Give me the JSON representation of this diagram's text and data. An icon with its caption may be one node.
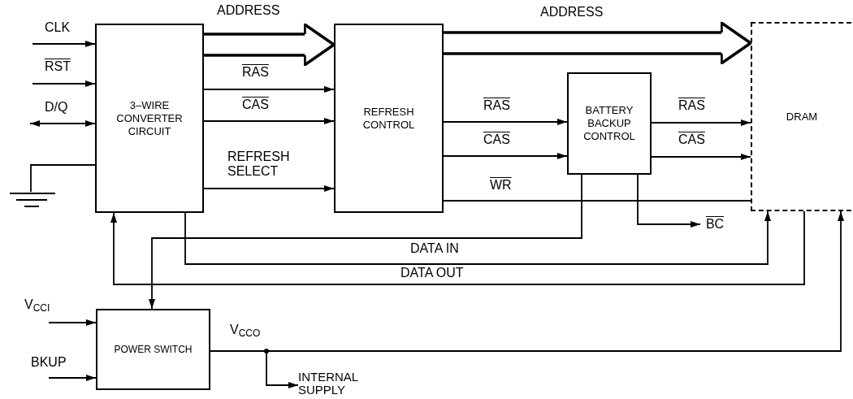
{
  "diagram": {
    "nodes": [
      {
        "text": [
          "3–WIRE CONVERTER CIRCUIT"
        ]
      },
      {
        "text": [
          "REFRESH CONTROL"
        ]
      },
      {
        "text": [
          "BATTERY BACKUP CONTROL"
        ]
      },
      {
        "text": [
          "DRAM"
        ]
      },
      {
        "text": [
          "POWER SWITCH"
        ]
      },
      {
        "text": [
          "INTERNAL SUPPLY"
        ]
      },
      {
        "text": [
          "BC"
        ]
      },
      {
        "text": [],
        "shape": "ground"
      }
    ],
    "edges": [
      {
        "from": null,
        "to": 0,
        "arrow": "to",
        "label": "CLK"
      },
      {
        "from": null,
        "to": 0,
        "arrow": "to",
        "label": "RST"
      },
      {
        "from": null,
        "to": 0,
        "arrow": "both",
        "label": "D/Q"
      },
      {
        "from": 0,
        "to": 7,
        "arrow": "none"
      },
      {
        "from": 0,
        "to": 1,
        "arrow": "to",
        "label": "ADDRESS",
        "style": "thick"
      },
      {
        "from": 0,
        "to": 1,
        "arrow": "to",
        "label": "RAS"
      },
      {
        "from": 0,
        "to": 1,
        "arrow": "to",
        "label": "CAS"
      },
      {
        "from": 0,
        "to": 1,
        "arrow": "to",
        "label": "REFRESH SELECT"
      },
      {
        "from": 1,
        "to": 3,
        "arrow": "to",
        "label": "ADDRESS",
        "style": "thick"
      },
      {
        "from": 1,
        "to": 2,
        "arrow": "to",
        "label": "RAS"
      },
      {
        "from": 1,
        "to": 2,
        "arrow": "to",
        "label": "CAS"
      },
      {
        "from": 2,
        "to": 3,
        "arrow": "to",
        "label": "RAS"
      },
      {
        "from": 2,
        "to": 3,
        "arrow": "to",
        "label": "CAS"
      },
      {
        "from": 1,
        "to": 3,
        "arrow": "none",
        "label": "WR"
      },
      {
        "from": 2,
        "to": 6,
        "arrow": "to"
      },
      {
        "from": 2,
        "to": 4,
        "arrow": "to"
      },
      {
        "from": 0,
        "to": 3,
        "arrow": "to",
        "label": "DATA IN"
      },
      {
        "from": 3,
        "to": 0,
        "arrow": "to",
        "label": "DATA OUT"
      },
      {
        "from": 4,
        "to": 3,
        "arrow": "to",
        "label": "V$_{CCO}$"
      },
      {
        "from": 4,
        "to": 5,
        "arrow": "to"
      },
      {
        "from": null,
        "to": 4,
        "arrow": "to",
        "label": "V$_{CCI}$"
      },
      {
        "from": null,
        "to": 4,
        "arrow": "to",
        "label": "BKUP"
      }
    ]
  }
}
